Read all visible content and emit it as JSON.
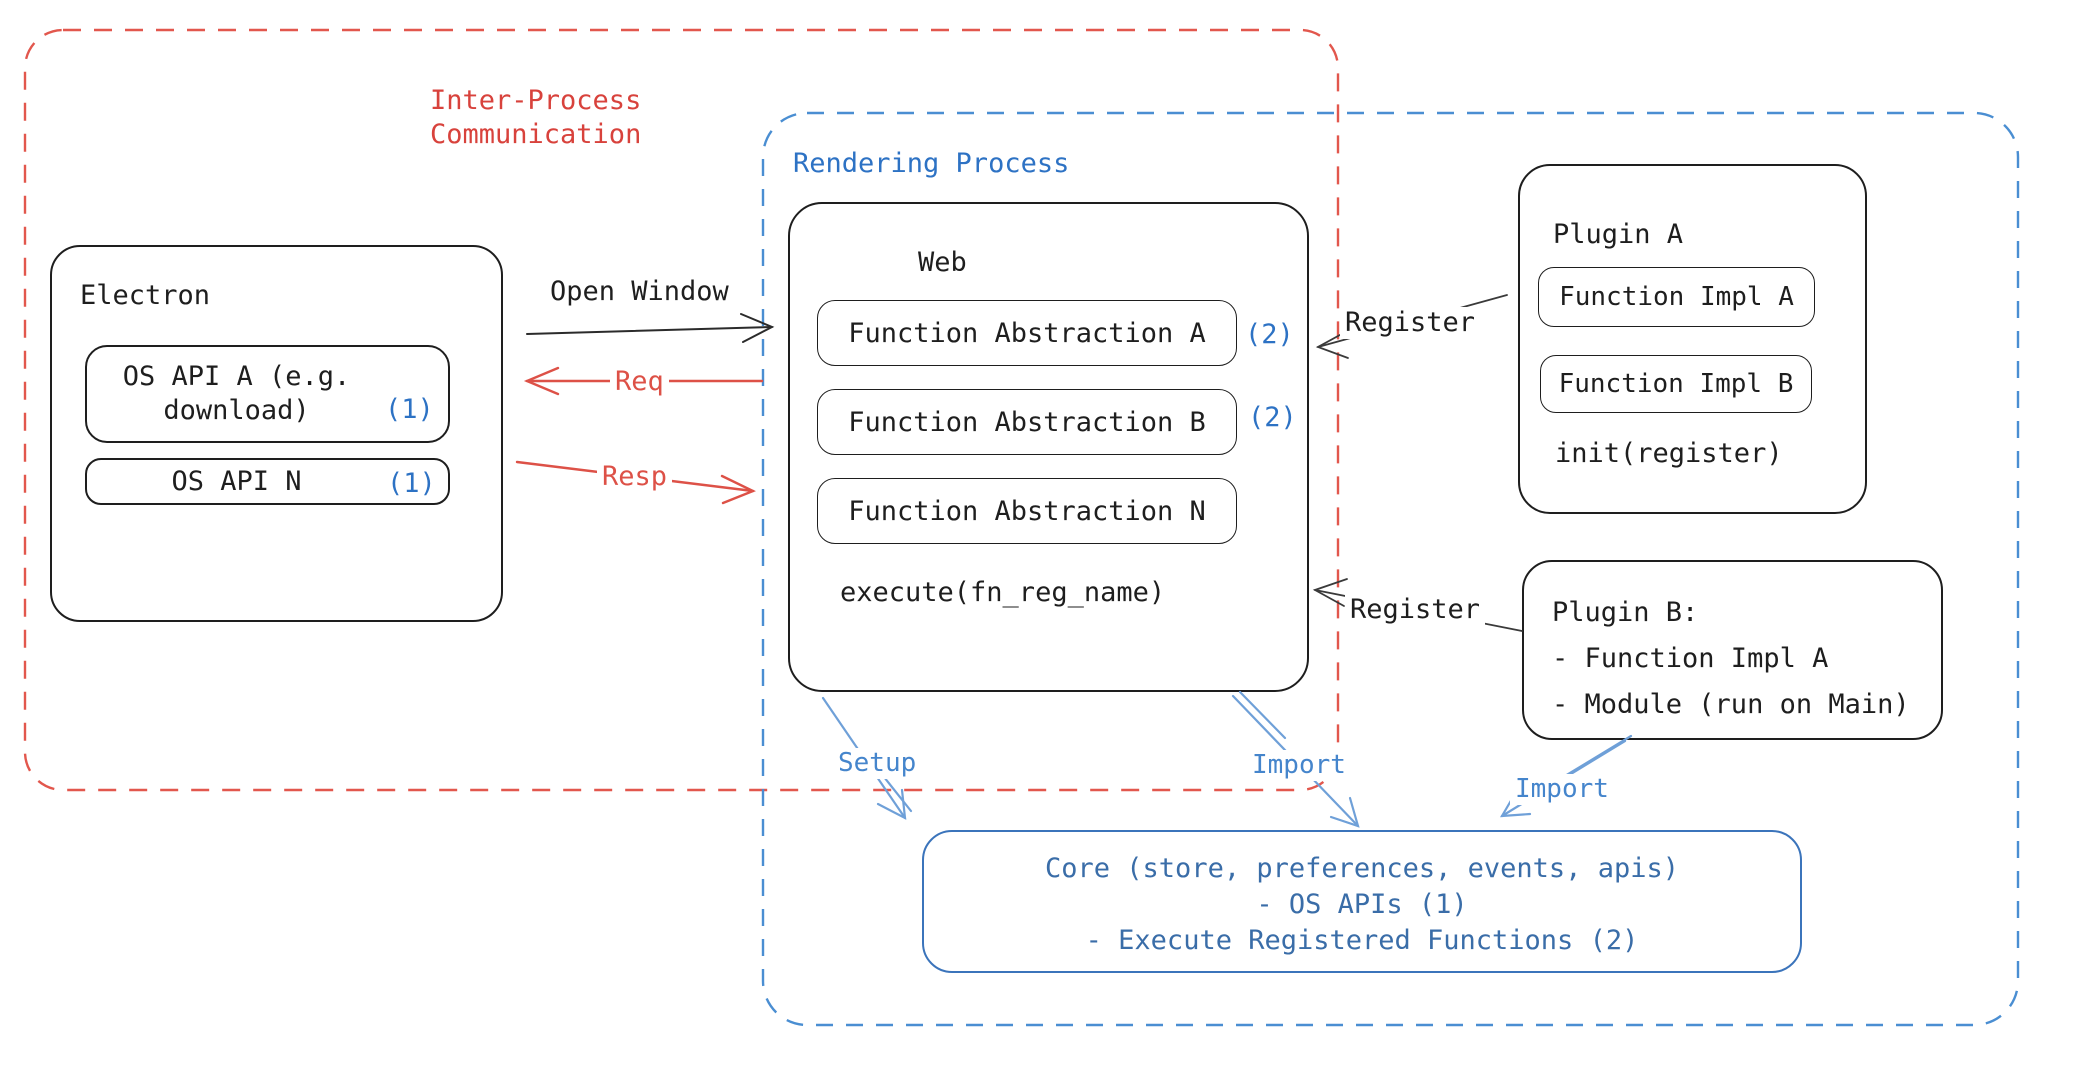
{
  "ipc": {
    "title_line1": "Inter-Process",
    "title_line2": "Communication"
  },
  "rendering": {
    "title": "Rendering Process"
  },
  "electron": {
    "title": "Electron",
    "os_api_a_line1": "OS API A (e.g.",
    "os_api_a_line2": "download)",
    "os_api_a_badge": "(1)",
    "os_api_n": "OS API N",
    "os_api_n_badge": "(1)"
  },
  "web": {
    "title": "Web",
    "fn_abstraction_a": "Function Abstraction A",
    "fn_abstraction_a_badge": "(2)",
    "fn_abstraction_b": "Function Abstraction B",
    "fn_abstraction_b_badge": "(2)",
    "fn_abstraction_n": "Function Abstraction N",
    "execute": "execute(fn_reg_name)"
  },
  "plugin_a": {
    "title": "Plugin A",
    "fn_impl_a": "Function Impl A",
    "fn_impl_b": "Function Impl B",
    "init": "init(register)"
  },
  "plugin_b": {
    "line1": "Plugin B:",
    "line2": "- Function Impl A",
    "line3": "- Module (run on Main)"
  },
  "core": {
    "line1": "Core (store, preferences, events, apis)",
    "line2": "- OS APIs (1)",
    "line3": "- Execute Registered Functions (2)"
  },
  "arrows": {
    "open_window": "Open Window",
    "req": "Req",
    "resp": "Resp",
    "register_plugin_a": "Register",
    "register_plugin_b": "Register",
    "setup": "Setup",
    "import_web": "Import",
    "import_plugin": "Import"
  },
  "colors": {
    "ipc_dash": "#e2574d",
    "ipc_title": "#d8423c",
    "req_resp_arrow": "#dd5147",
    "rendering_dash": "#4a8ed2",
    "rendering_title": "#2d72c4",
    "badge_blue": "#2d72c4",
    "action_label_blue": "#4585cc",
    "blue_arrow": "#6fa0d8",
    "core_border": "#3b74bb",
    "core_text": "#3a6da8",
    "node_border": "#1e1e1e",
    "black_text": "#1e1e1e"
  }
}
